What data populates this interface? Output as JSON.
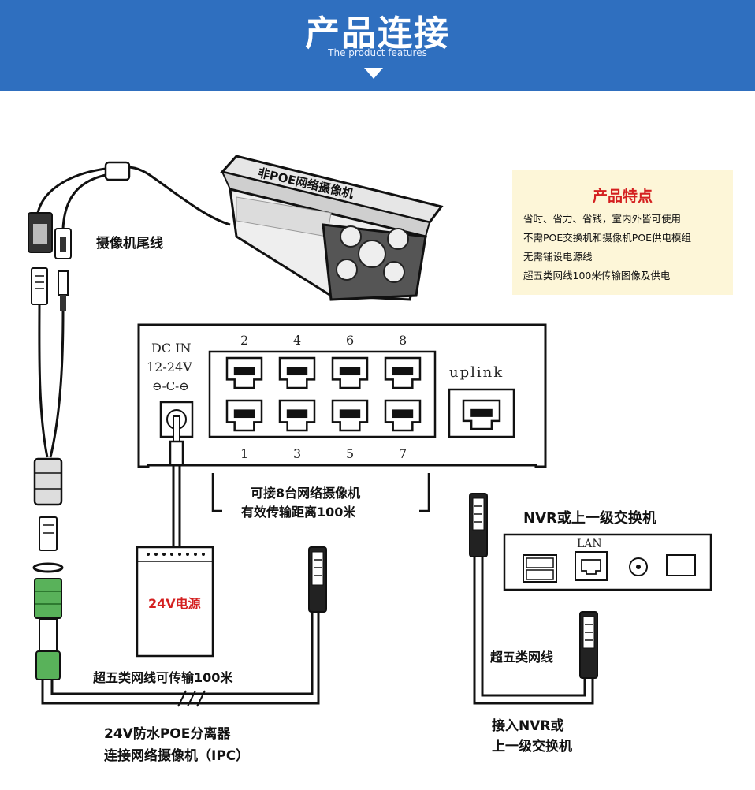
{
  "header": {
    "title": "产品连接",
    "subtitle": "The product features"
  },
  "camera": {
    "body_label": "非POE网络摄像机",
    "tail_cable_label": "摄像机尾线"
  },
  "features": {
    "title": "产品特点",
    "items": [
      "省时、省力、省钱，室内外皆可使用",
      "不需POE交换机和摄像机POE供电模组",
      "无需铺设电源线",
      "超五类网线100米传输图像及供电"
    ]
  },
  "switch": {
    "dc_in": "DC IN",
    "voltage": "12-24V",
    "polarity": "⊖-C-⊕",
    "top_ports": [
      "2",
      "4",
      "6",
      "8"
    ],
    "bottom_ports": [
      "1",
      "3",
      "5",
      "7"
    ],
    "uplink": "uplink",
    "note_line1": "可接8台网络摄像机",
    "note_line2": "有效传输距离100米"
  },
  "nvr": {
    "title": "NVR或上一级交换机",
    "lan": "LAN"
  },
  "power": {
    "label": "24V电源"
  },
  "labels": {
    "cable_cat5_100m": "超五类网线可传输100米",
    "cable_cat5": "超五类网线",
    "splitter_line1": "24V防水POE分离器",
    "splitter_line2": "连接网络摄像机（IPC）",
    "connect_nvr_line1": "接入NVR或",
    "connect_nvr_line2": "上一级交换机"
  },
  "colors": {
    "banner": "#2f6fbf",
    "features_bg": "#fdf6d8",
    "features_title": "#d42020",
    "power_label": "#d42020",
    "splitter_green": "#59b25a"
  }
}
